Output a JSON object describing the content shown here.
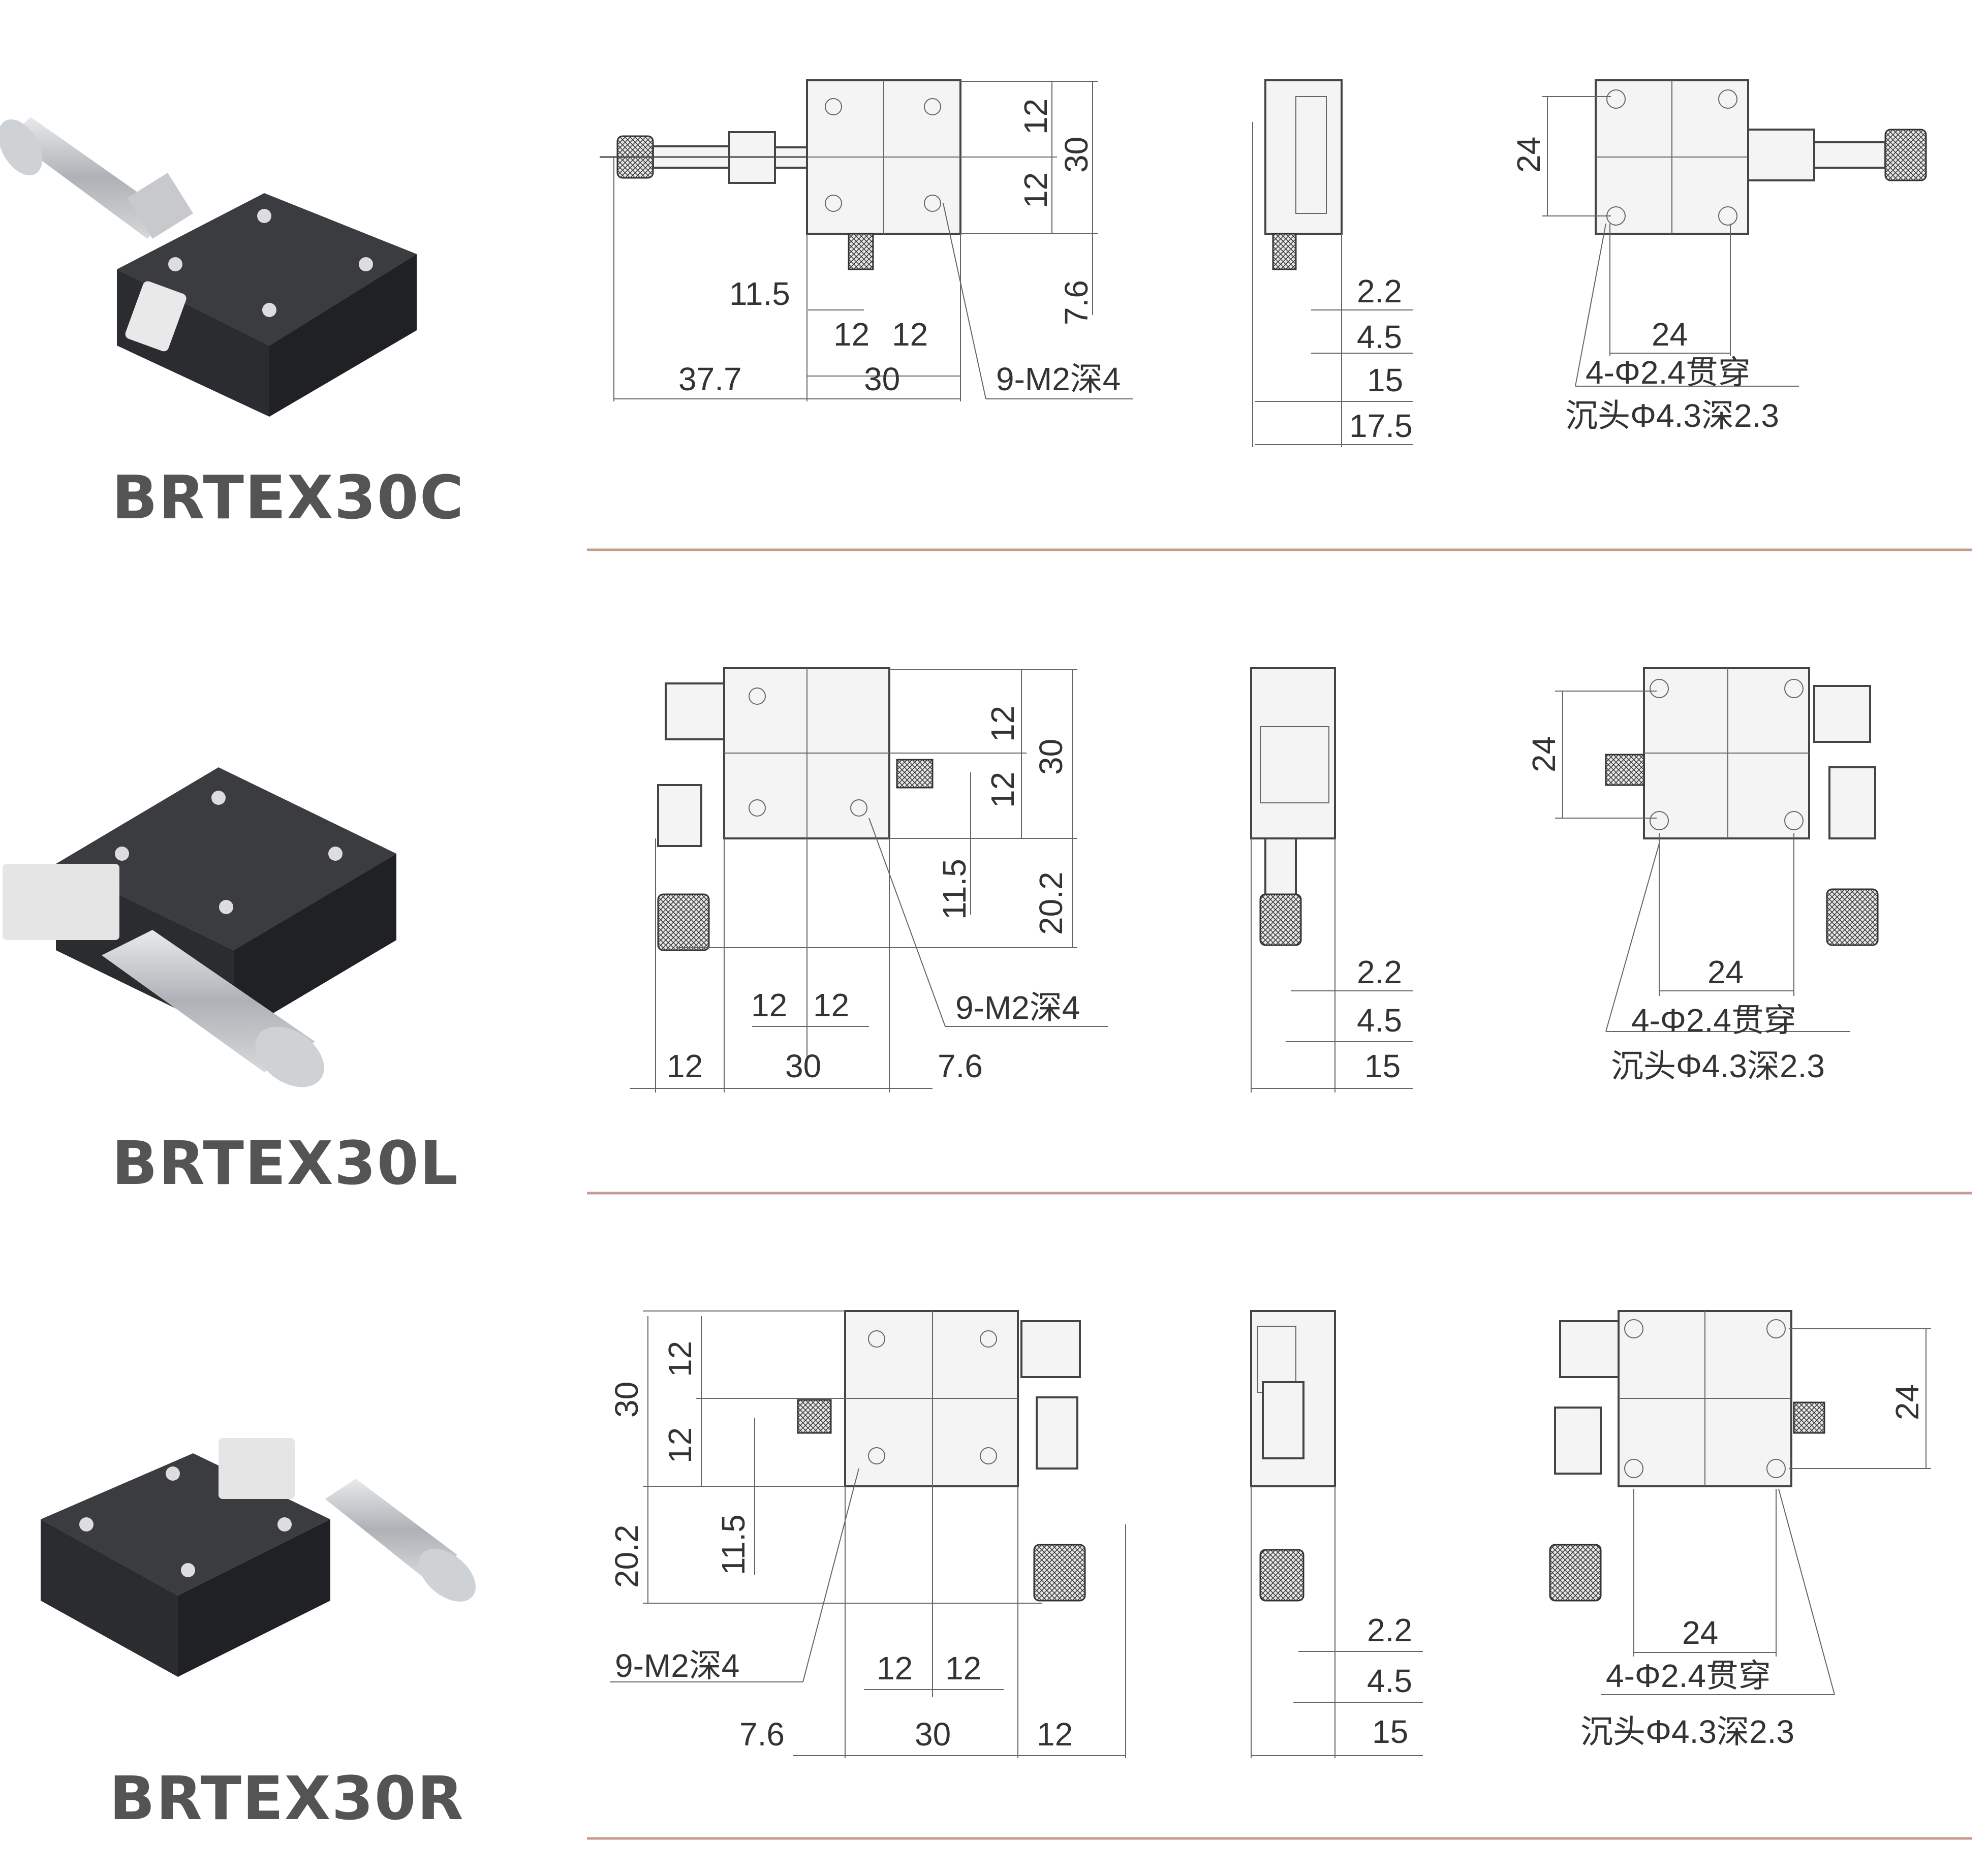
{
  "rows": [
    {
      "model": "BRTEX30C",
      "front_view": {
        "dims": [
          "12",
          "30",
          "12",
          "7.6",
          "11.5",
          "12",
          "12",
          "37.7",
          "30"
        ],
        "callout": "9-M2深4"
      },
      "side_view": {
        "dims": [
          "2.2",
          "4.5",
          "15",
          "17.5"
        ]
      },
      "bottom_view": {
        "dims": [
          "24",
          "24"
        ],
        "callout_line1": "4-Φ2.4贯穿",
        "callout_line2": "沉头Φ4.3深2.3"
      }
    },
    {
      "model": "BRTEX30L",
      "front_view": {
        "dims": [
          "12",
          "30",
          "12",
          "11.5",
          "20.2",
          "12",
          "12",
          "12",
          "30",
          "7.6"
        ],
        "callout": "9-M2深4"
      },
      "side_view": {
        "dims": [
          "2.2",
          "4.5",
          "15"
        ]
      },
      "bottom_view": {
        "dims": [
          "24",
          "24"
        ],
        "callout_line1": "4-Φ2.4贯穿",
        "callout_line2": "沉头Φ4.3深2.3"
      }
    },
    {
      "model": "BRTEX30R",
      "front_view": {
        "dims": [
          "30",
          "12",
          "12",
          "11.5",
          "20.2",
          "12",
          "12",
          "7.6",
          "30",
          "12"
        ],
        "callout": "9-M2深4"
      },
      "side_view": {
        "dims": [
          "2.2",
          "4.5",
          "15"
        ]
      },
      "bottom_view": {
        "dims": [
          "24",
          "24"
        ],
        "callout_line1": "4-Φ2.4贯穿",
        "callout_line2": "沉头Φ4.3深2.3"
      }
    }
  ],
  "colors": {
    "separator": "#c79b8e",
    "label": "#545454",
    "stage_body": "#2f3135",
    "micrometer": "#b9bcc0"
  },
  "icons": [
    "xy-stage-product-photo",
    "micrometer-icon"
  ]
}
